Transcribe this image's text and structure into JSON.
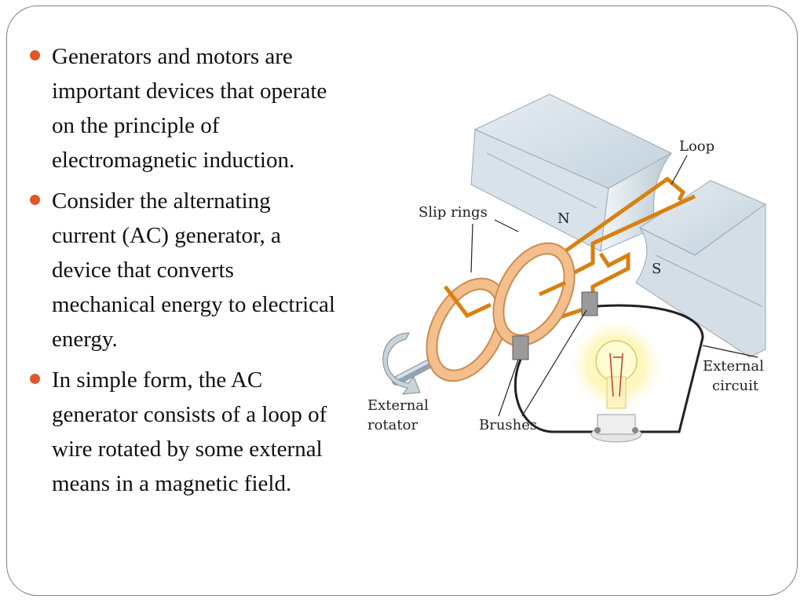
{
  "bullets": [
    "Generators and motors are important devices that operate on the principle of electromagnetic induction.",
    "Consider the alternating current (AC) generator, a device that converts mechanical energy to electrical energy.",
    "In simple form, the AC generator consists of a loop of wire rotated by some external means in a magnetic field."
  ],
  "diagram": {
    "labels": {
      "loop": "Loop",
      "slip_rings": "Slip rings",
      "north": "N",
      "south": "S",
      "external_circuit_1": "External",
      "external_circuit_2": "circuit",
      "external_rotator_1": "External",
      "external_rotator_2": "rotator",
      "brushes": "Brushes"
    }
  },
  "colors": {
    "bullet": "#e1572b",
    "wire": "#d98010",
    "ring": "#f2b57a",
    "magnet": "#cfdbe4"
  }
}
